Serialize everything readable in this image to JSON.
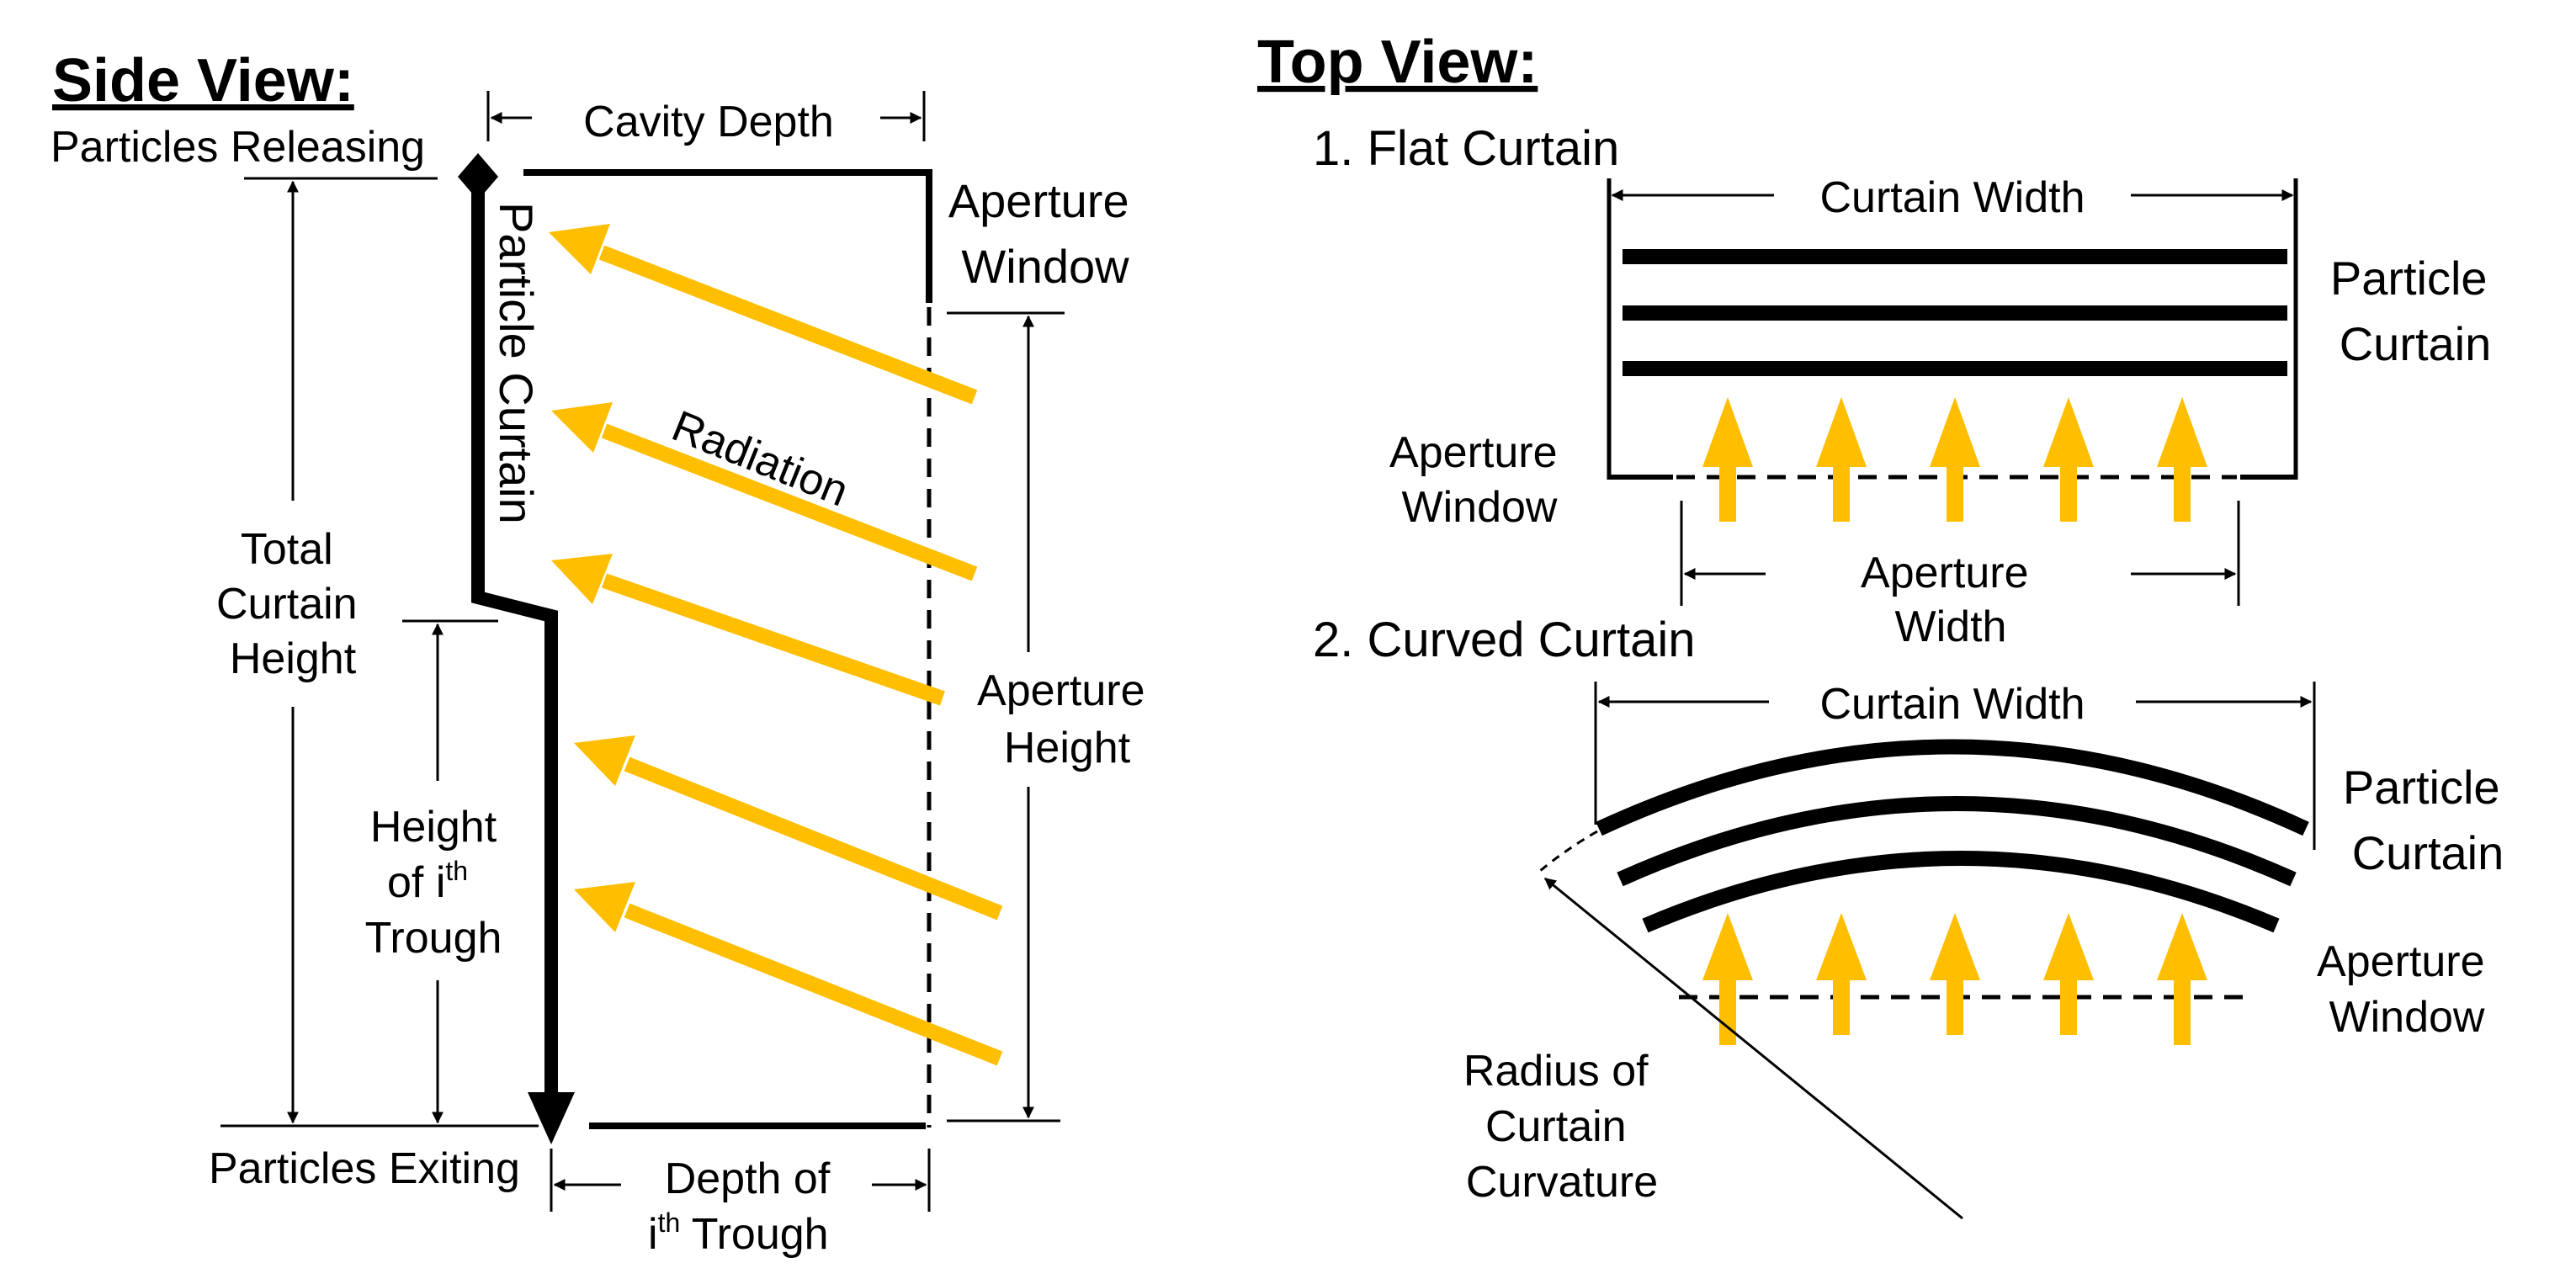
{
  "colors": {
    "radiation": "#FFBE00",
    "ink": "#000000",
    "background": "#FFFFFF"
  },
  "side_view": {
    "heading": "Side View:",
    "particles_releasing": "Particles Releasing",
    "cavity_depth": "Cavity Depth",
    "aperture_window": [
      "Aperture",
      "Window"
    ],
    "particle_curtain": "Particle Curtain",
    "radiation": "Radiation",
    "total_curtain_height": [
      "Total",
      "Curtain",
      "Height"
    ],
    "height_of_trough": [
      "Height",
      "of i",
      "th",
      "Trough"
    ],
    "aperture_height": [
      "Aperture",
      "Height"
    ],
    "particles_exiting": "Particles Exiting",
    "depth_of_trough": [
      "Depth of",
      "i",
      "th",
      " Trough"
    ]
  },
  "top_view": {
    "heading": "Top View:",
    "flat": {
      "title": "1. Flat Curtain",
      "curtain_width": "Curtain Width",
      "particle_curtain": [
        "Particle",
        "Curtain"
      ],
      "aperture_window": [
        "Aperture",
        "Window"
      ],
      "aperture_width": [
        "Aperture",
        "Width"
      ]
    },
    "curved": {
      "title": "2. Curved Curtain",
      "curtain_width": "Curtain Width",
      "particle_curtain": [
        "Particle",
        "Curtain"
      ],
      "aperture_window": [
        "Aperture",
        "Window"
      ],
      "radius": [
        "Radius of",
        "Curtain",
        "Curvature"
      ]
    }
  }
}
